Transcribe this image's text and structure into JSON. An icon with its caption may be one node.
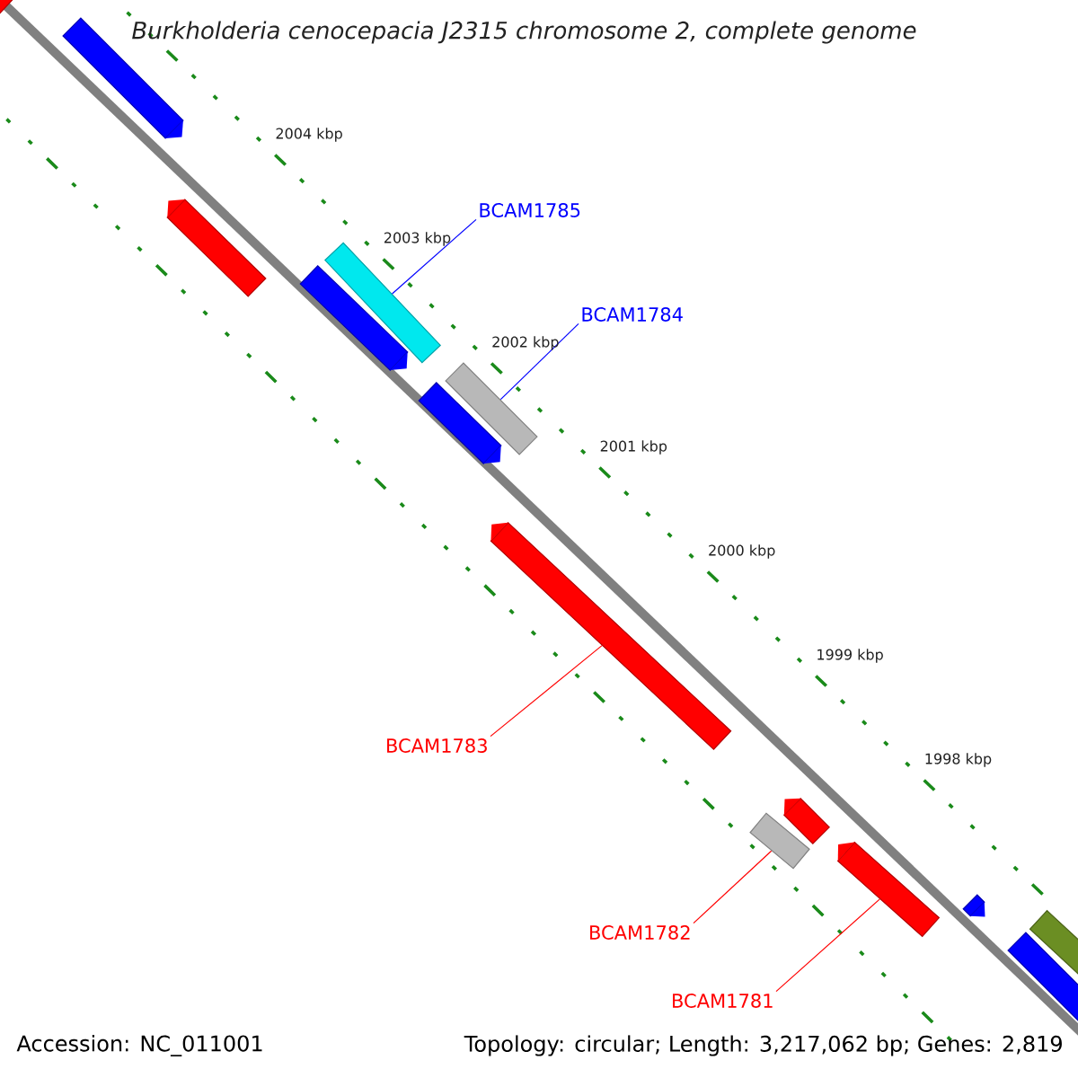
{
  "diagram": {
    "title": "Burkholderia cenocepacia J2315 chromosome 2, complete genome",
    "nodes": [
      {
        "text": [],
        "shape": "bar"
      },
      {
        "text": [],
        "shape": "bar"
      },
      {
        "text": [],
        "shape": "bar"
      },
      {
        "text": [
          "BCAM1785"
        ]
      },
      {
        "text": [],
        "shape": "bar"
      },
      {
        "text": [],
        "shape": "bar"
      },
      {
        "text": [
          "BCAM1784"
        ]
      },
      {
        "text": [],
        "shape": "bar"
      },
      {
        "text": [],
        "shape": "bar"
      },
      {
        "text": [],
        "shape": "bar"
      },
      {
        "text": [
          "BCAM1783"
        ]
      },
      {
        "text": [],
        "shape": "bar"
      },
      {
        "text": [],
        "shape": "bar"
      },
      {
        "text": [],
        "shape": "bar"
      },
      {
        "text": [],
        "shape": "bar"
      },
      {
        "text": [],
        "shape": "bar"
      },
      {
        "text": [
          "BCAM1782"
        ]
      },
      {
        "text": [],
        "shape": "bar"
      },
      {
        "text": [
          "BCAM1781"
        ]
      }
    ],
    "edges": [
      {
        "from": 3,
        "to": 4,
        "arrow": "none",
        "color": "#0000ff"
      },
      {
        "from": 6,
        "to": 7,
        "arrow": "none",
        "color": "#0000ff"
      },
      {
        "from": 10,
        "to": 9,
        "arrow": "none"
      },
      {
        "from": 16,
        "to": 12,
        "arrow": "none"
      },
      {
        "from": 18,
        "to": 13,
        "arrow": "none"
      }
    ],
    "labels": [
      "2004 kbp",
      "2003 kbp",
      "2002 kbp",
      "2001 kbp",
      "2000 kbp",
      "1999 kbp",
      "1998 kbp",
      "Accession: NC_011001",
      "Topology: circular; Length: 3,217,062 bp; Genes: 2,819"
    ]
  }
}
